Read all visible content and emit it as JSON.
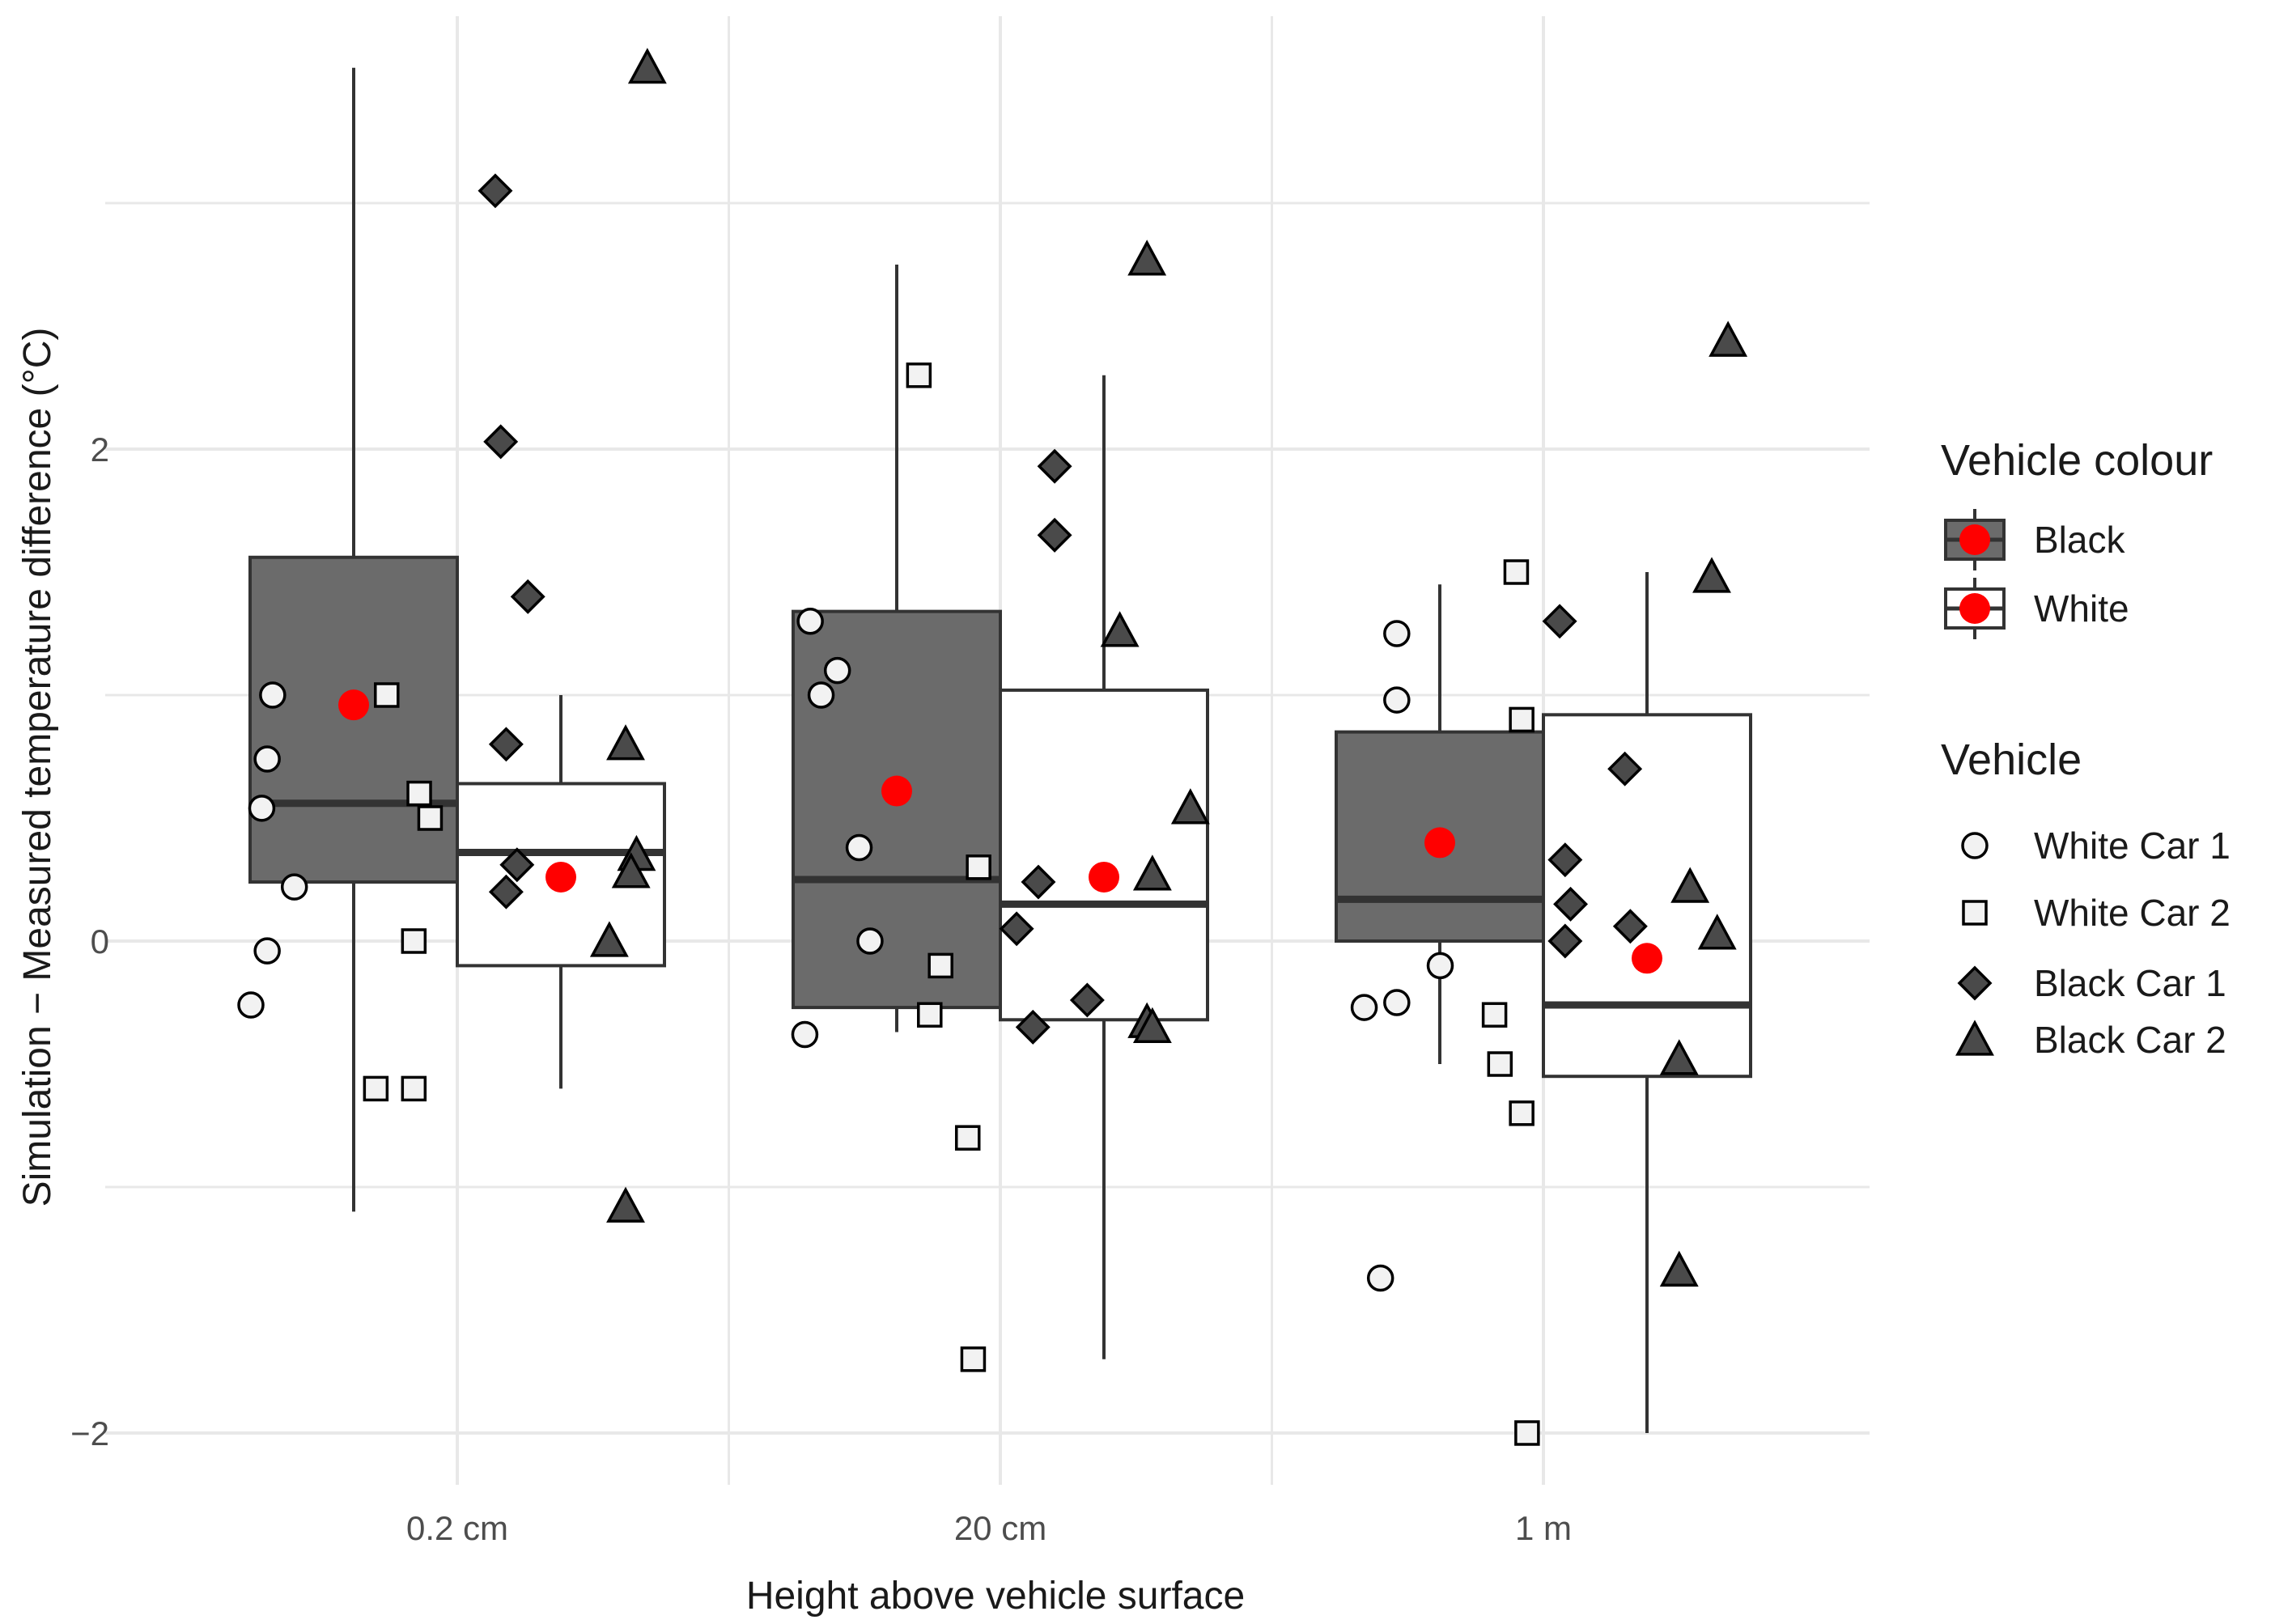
{
  "chart_data": {
    "type": "box",
    "xlabel": "Height above vehicle surface",
    "ylabel": "Simulation − Measured temperature difference (°C)",
    "categories": [
      "0.2 cm",
      "20 cm",
      "1 m"
    ],
    "yticks": [
      -2,
      0,
      2
    ],
    "ytick_labels": [
      "−2",
      "0",
      "2"
    ],
    "ylim": [
      -2.2,
      3.75
    ],
    "grid": true,
    "legend_position": "right",
    "colour_legend": {
      "title": "Vehicle colour",
      "items": [
        {
          "label": "Black",
          "fill": "#6b6b6b"
        },
        {
          "label": "White",
          "fill": "#ffffff"
        }
      ]
    },
    "shape_legend": {
      "title": "Vehicle",
      "items": [
        {
          "label": "White Car 1",
          "shape": "circle"
        },
        {
          "label": "White Car 2",
          "shape": "square"
        },
        {
          "label": "Black Car 1",
          "shape": "diamond"
        },
        {
          "label": "Black Car 2",
          "shape": "triangle"
        }
      ]
    },
    "colors": {
      "black_box": "#6b6b6b",
      "white_box": "#ffffff",
      "mean": "#ff0000",
      "grid": "#e8e8e8",
      "outline": "#333333"
    },
    "boxes": [
      {
        "category": "0.2 cm",
        "colour": "Black",
        "whisker_low": -1.1,
        "q1": 0.24,
        "median": 0.56,
        "q3": 1.56,
        "whisker_high": 3.55,
        "mean": 0.96
      },
      {
        "category": "0.2 cm",
        "colour": "White",
        "whisker_low": -0.6,
        "q1": -0.1,
        "median": 0.36,
        "q3": 0.64,
        "whisker_high": 1.0,
        "mean": 0.26
      },
      {
        "category": "20 cm",
        "colour": "Black",
        "whisker_low": -0.37,
        "q1": -0.27,
        "median": 0.25,
        "q3": 1.34,
        "whisker_high": 2.75,
        "mean": 0.61
      },
      {
        "category": "20 cm",
        "colour": "White",
        "whisker_low": -1.7,
        "q1": -0.32,
        "median": 0.15,
        "q3": 1.02,
        "whisker_high": 2.3,
        "mean": 0.26
      },
      {
        "category": "1 m",
        "colour": "Black",
        "whisker_low": -0.5,
        "q1": 0.0,
        "median": 0.17,
        "q3": 0.85,
        "whisker_high": 1.45,
        "mean": 0.4
      },
      {
        "category": "1 m",
        "colour": "White",
        "whisker_low": -2.0,
        "q1": -0.55,
        "median": -0.26,
        "q3": 0.92,
        "whisker_high": 1.5,
        "mean": -0.07
      }
    ],
    "points": [
      {
        "x": -0.34,
        "y": 1.0,
        "shape": "circle"
      },
      {
        "x": -0.35,
        "y": 0.74,
        "shape": "circle"
      },
      {
        "x": -0.36,
        "y": 0.54,
        "shape": "circle"
      },
      {
        "x": -0.3,
        "y": 0.22,
        "shape": "circle"
      },
      {
        "x": -0.35,
        "y": -0.04,
        "shape": "circle"
      },
      {
        "x": -0.38,
        "y": -0.26,
        "shape": "circle"
      },
      {
        "x": -0.13,
        "y": 1.0,
        "shape": "square"
      },
      {
        "x": -0.07,
        "y": 0.6,
        "shape": "square"
      },
      {
        "x": -0.05,
        "y": 0.5,
        "shape": "square"
      },
      {
        "x": -0.08,
        "y": 0.0,
        "shape": "square"
      },
      {
        "x": -0.15,
        "y": -0.6,
        "shape": "square"
      },
      {
        "x": -0.08,
        "y": -0.6,
        "shape": "square"
      },
      {
        "x": 0.07,
        "y": 3.05,
        "shape": "diamond"
      },
      {
        "x": 0.08,
        "y": 2.03,
        "shape": "diamond"
      },
      {
        "x": 0.13,
        "y": 1.4,
        "shape": "diamond"
      },
      {
        "x": 0.09,
        "y": 0.8,
        "shape": "diamond"
      },
      {
        "x": 0.11,
        "y": 0.31,
        "shape": "diamond"
      },
      {
        "x": 0.09,
        "y": 0.2,
        "shape": "diamond"
      },
      {
        "x": 0.35,
        "y": 3.55,
        "shape": "triangle"
      },
      {
        "x": 0.31,
        "y": 0.8,
        "shape": "triangle"
      },
      {
        "x": 0.33,
        "y": 0.35,
        "shape": "triangle"
      },
      {
        "x": 0.32,
        "y": 0.28,
        "shape": "triangle"
      },
      {
        "x": 0.28,
        "y": 0.0,
        "shape": "triangle"
      },
      {
        "x": 0.31,
        "y": -1.08,
        "shape": "triangle"
      },
      {
        "x": 0.65,
        "y": 1.3,
        "shape": "circle"
      },
      {
        "x": 0.7,
        "y": 1.1,
        "shape": "circle"
      },
      {
        "x": 0.67,
        "y": 1.0,
        "shape": "circle"
      },
      {
        "x": 0.74,
        "y": 0.38,
        "shape": "circle"
      },
      {
        "x": 0.76,
        "y": 0.0,
        "shape": "circle"
      },
      {
        "x": 0.64,
        "y": -0.38,
        "shape": "circle"
      },
      {
        "x": 0.85,
        "y": 2.3,
        "shape": "square"
      },
      {
        "x": 0.96,
        "y": 0.3,
        "shape": "square"
      },
      {
        "x": 0.89,
        "y": -0.1,
        "shape": "square"
      },
      {
        "x": 0.87,
        "y": -0.3,
        "shape": "square"
      },
      {
        "x": 0.94,
        "y": -0.8,
        "shape": "square"
      },
      {
        "x": 0.95,
        "y": -1.7,
        "shape": "square"
      },
      {
        "x": 1.1,
        "y": 1.93,
        "shape": "diamond"
      },
      {
        "x": 1.1,
        "y": 1.65,
        "shape": "diamond"
      },
      {
        "x": 1.07,
        "y": 0.24,
        "shape": "diamond"
      },
      {
        "x": 1.03,
        "y": 0.05,
        "shape": "diamond"
      },
      {
        "x": 1.16,
        "y": -0.24,
        "shape": "diamond"
      },
      {
        "x": 1.06,
        "y": -0.35,
        "shape": "diamond"
      },
      {
        "x": 1.27,
        "y": 2.77,
        "shape": "triangle"
      },
      {
        "x": 1.22,
        "y": 1.26,
        "shape": "triangle"
      },
      {
        "x": 1.35,
        "y": 0.54,
        "shape": "triangle"
      },
      {
        "x": 1.28,
        "y": 0.27,
        "shape": "triangle"
      },
      {
        "x": 1.27,
        "y": -0.33,
        "shape": "triangle"
      },
      {
        "x": 1.28,
        "y": -0.35,
        "shape": "triangle"
      },
      {
        "x": 1.73,
        "y": 1.25,
        "shape": "circle"
      },
      {
        "x": 1.73,
        "y": 0.98,
        "shape": "circle"
      },
      {
        "x": 1.81,
        "y": -0.1,
        "shape": "circle"
      },
      {
        "x": 1.67,
        "y": -0.27,
        "shape": "circle"
      },
      {
        "x": 1.73,
        "y": -0.25,
        "shape": "circle"
      },
      {
        "x": 1.7,
        "y": -1.37,
        "shape": "circle"
      },
      {
        "x": 1.95,
        "y": 1.5,
        "shape": "square"
      },
      {
        "x": 1.96,
        "y": 0.9,
        "shape": "square"
      },
      {
        "x": 1.91,
        "y": -0.3,
        "shape": "square"
      },
      {
        "x": 1.92,
        "y": -0.5,
        "shape": "square"
      },
      {
        "x": 1.96,
        "y": -0.7,
        "shape": "square"
      },
      {
        "x": 1.97,
        "y": -2.0,
        "shape": "square"
      },
      {
        "x": 2.03,
        "y": 1.3,
        "shape": "diamond"
      },
      {
        "x": 2.15,
        "y": 0.7,
        "shape": "diamond"
      },
      {
        "x": 2.04,
        "y": 0.33,
        "shape": "diamond"
      },
      {
        "x": 2.05,
        "y": 0.15,
        "shape": "diamond"
      },
      {
        "x": 2.16,
        "y": 0.06,
        "shape": "diamond"
      },
      {
        "x": 2.04,
        "y": 0.0,
        "shape": "diamond"
      },
      {
        "x": 2.34,
        "y": 2.44,
        "shape": "triangle"
      },
      {
        "x": 2.31,
        "y": 1.48,
        "shape": "triangle"
      },
      {
        "x": 2.27,
        "y": 0.22,
        "shape": "triangle"
      },
      {
        "x": 2.32,
        "y": 0.03,
        "shape": "triangle"
      },
      {
        "x": 2.25,
        "y": -0.48,
        "shape": "triangle"
      },
      {
        "x": 2.25,
        "y": -1.34,
        "shape": "triangle"
      }
    ]
  }
}
